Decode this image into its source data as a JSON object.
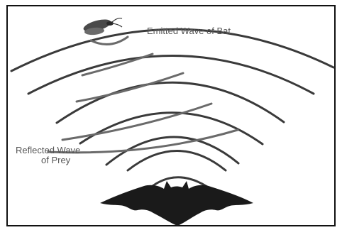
{
  "diagram": {
    "labels": {
      "emitted": "Emitted Wave of Bat",
      "reflected_line1": "Reflected Wave",
      "reflected_line2": "of Prey"
    },
    "colors": {
      "frame": "#111111",
      "emitted_wave": "#3a3a3a",
      "reflected_wave": "#6a6a6a",
      "silhouette": "#1a1a1a",
      "label_text": "#555555"
    },
    "icons": [
      "moth-icon",
      "bat-icon"
    ]
  }
}
